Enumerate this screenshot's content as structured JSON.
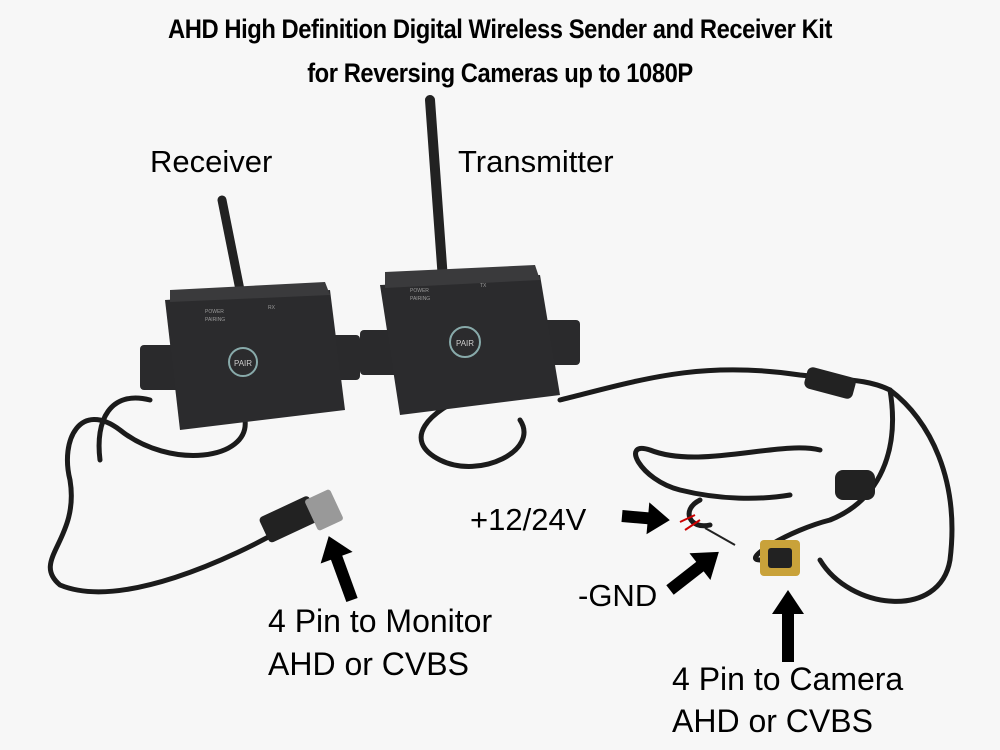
{
  "title": {
    "line1": "AHD High Definition Digital Wireless Sender and Receiver Kit",
    "line2": "for Reversing Cameras up to 1080P"
  },
  "devices": {
    "receiver": {
      "label": "Receiver",
      "leds": [
        "POWER",
        "PAIRING"
      ],
      "tag": "RX",
      "button": "PAIR"
    },
    "transmitter": {
      "label": "Transmitter",
      "leds": [
        "POWER",
        "PAIRING"
      ],
      "tag": "TX",
      "button": "PAIR"
    }
  },
  "annotations": {
    "power": "+12/24V",
    "ground": "-GND",
    "monitor_line1": "4 Pin to Monitor",
    "monitor_line2": "AHD or CVBS",
    "camera_line1": "4 Pin to Camera",
    "camera_line2": "AHD or CVBS"
  },
  "colors": {
    "device": "#2b2b2d",
    "text": "#000000",
    "background": "#f7f7f7"
  }
}
